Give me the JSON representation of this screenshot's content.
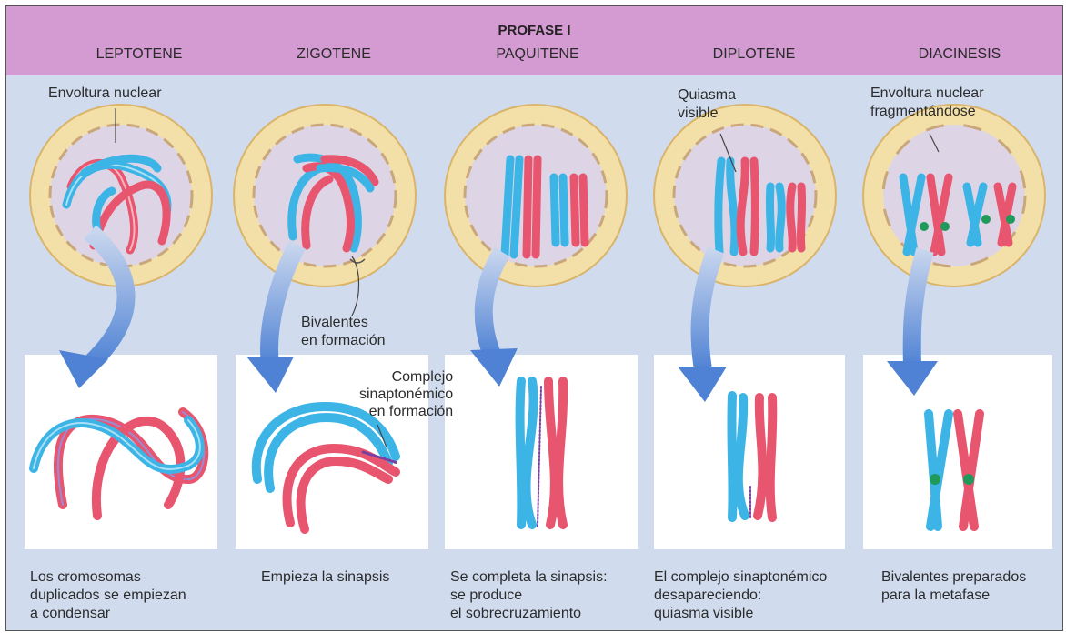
{
  "header": {
    "title": "PROFASE I"
  },
  "stages": [
    {
      "name": "LEPTOTENE",
      "caption": "Los cromosomas\nduplicados se empiezan\na condensar"
    },
    {
      "name": "ZIGOTENE",
      "caption": "Empieza la sinapsis"
    },
    {
      "name": "PAQUITENE",
      "caption": "Se completa la sinapsis:\nse produce\nel sobrecruzamiento"
    },
    {
      "name": "DIPLOTENE",
      "caption": "El complejo sinaptonémico\ndesapareciendo:\nquiasma visible"
    },
    {
      "name": "DIACINESIS",
      "caption": "Bivalentes preparados\npara la metafase"
    }
  ],
  "annotations": {
    "nuclear_envelope": "Envoltura nuclear",
    "bivalents_forming": "Bivalentes\nen formación",
    "synaptonemal_forming": "Complejo\nsinaptonémico\nen formación",
    "chiasma_visible": "Quiasma\nvisible",
    "envelope_fragmenting": "Envoltura nuclear\nfragmentándose"
  },
  "colors": {
    "header": "#d39bd1",
    "background": "#d0dcee",
    "chromosome_blue": "#3cb4e6",
    "chromosome_red": "#e8556e",
    "cell_ring": "#f3dfa8",
    "nucleus": "#ddd5e6",
    "chiasma_green": "#1f9a5a",
    "arrow_blue": "#5f8fd8"
  }
}
